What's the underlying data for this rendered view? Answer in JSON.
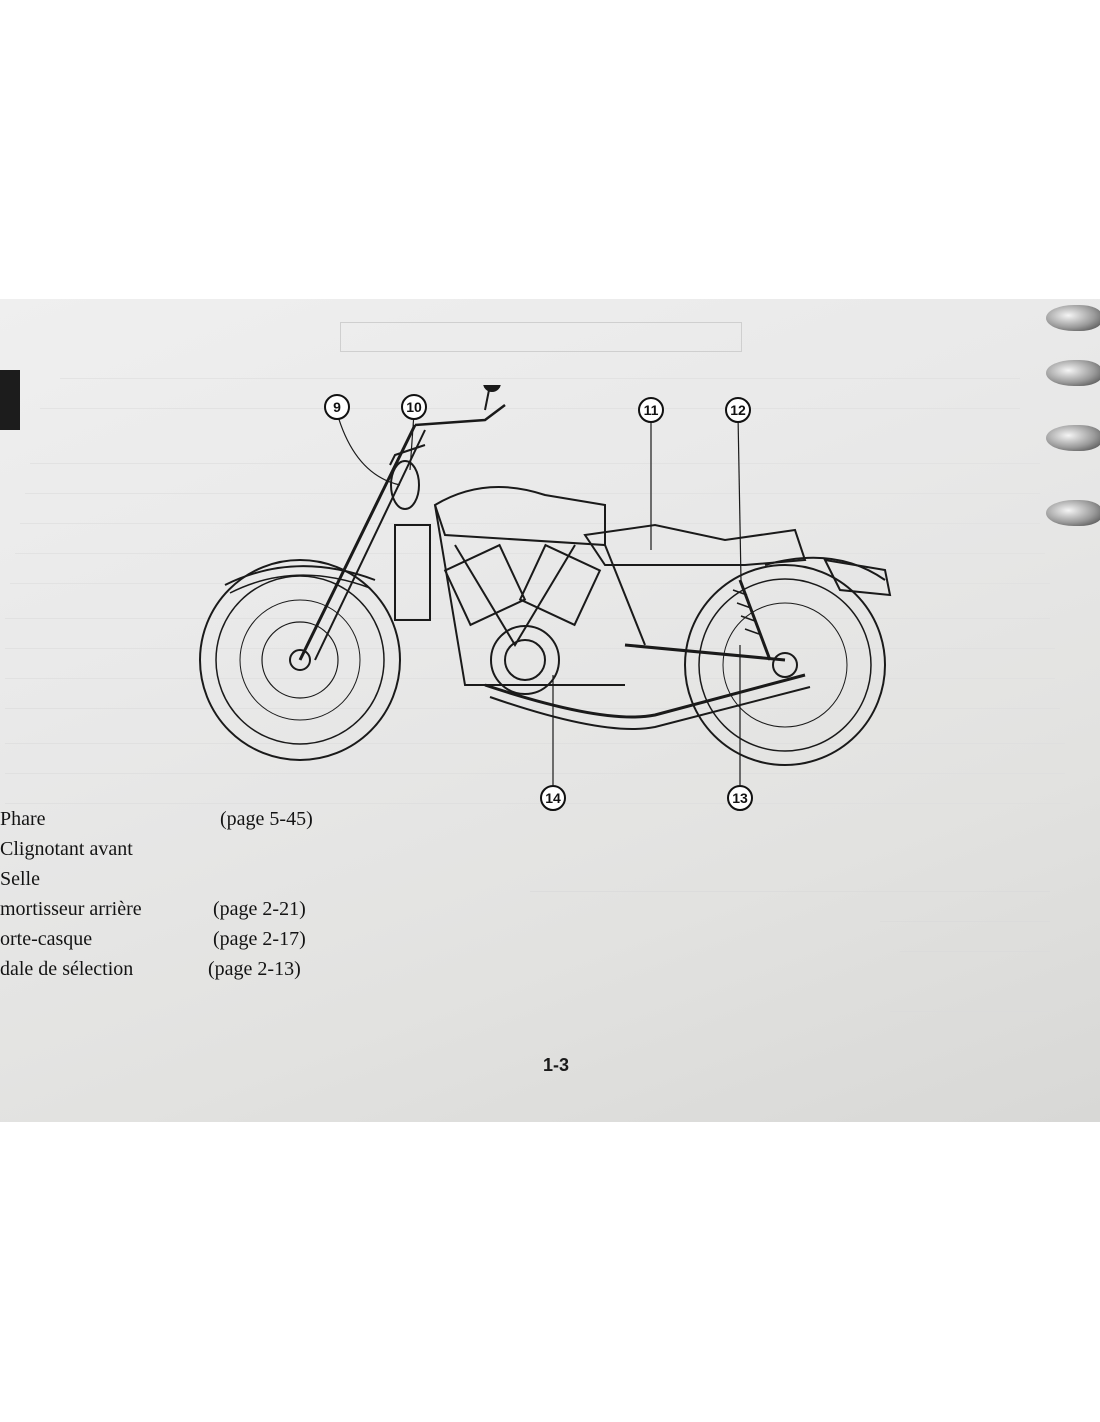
{
  "callouts": [
    "9",
    "10",
    "11",
    "12",
    "13",
    "14"
  ],
  "legend": [
    {
      "label": "Phare",
      "page": "(page 5-45)"
    },
    {
      "label": "Clignotant avant",
      "page": ""
    },
    {
      "label": "Selle",
      "page": ""
    },
    {
      "label": "mortisseur arrière",
      "page": "(page 2-21)"
    },
    {
      "label": "orte-casque",
      "page": "(page 2-17)"
    },
    {
      "label": "dale de sélection",
      "page": "(page 2-13)"
    }
  ],
  "page_number": "1-3"
}
